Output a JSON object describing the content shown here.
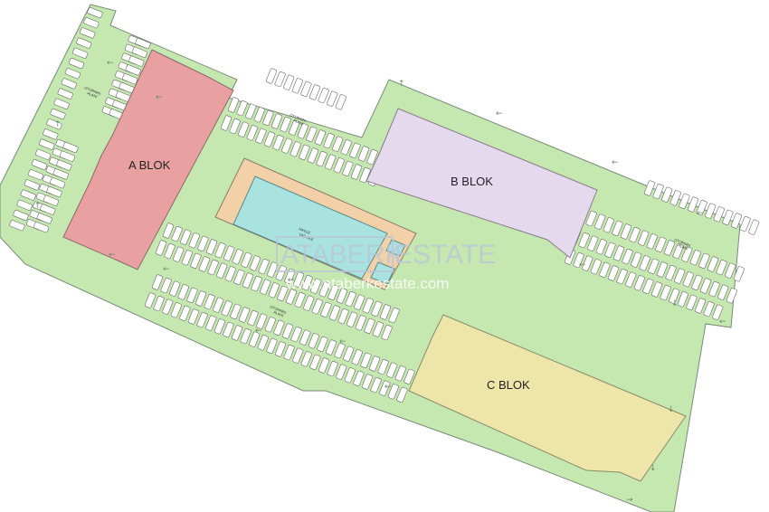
{
  "blocks": {
    "a": {
      "label": "A BLOK",
      "color": "#e8a0a0"
    },
    "b": {
      "label": "B BLOK",
      "color": "#e5d9ee"
    },
    "c": {
      "label": "C BLOK",
      "color": "#ede6a8"
    }
  },
  "pool": {
    "label": "HAVUZ",
    "sub": "YAŞ AİLE"
  },
  "parking_labels": {
    "left": "OTOPARK",
    "left_sub": "ALANI",
    "top": "OTOPARK",
    "top_sub": "ALANI",
    "right": "OTOPARK",
    "right_sub": "ALANI",
    "bottom": "OTOPARK",
    "bottom_sub": "ALANI"
  },
  "watermark": {
    "brand_left": "ATABERK",
    "brand_right": "ESTATE",
    "url": "www.ataberkestate.com"
  },
  "colors": {
    "site": "#c5e8b0",
    "outline": "#7a8a7a",
    "pool_deck": "#f2d0a8",
    "pool_water": "#a8e3e0",
    "parking_box": "#ffffff"
  }
}
